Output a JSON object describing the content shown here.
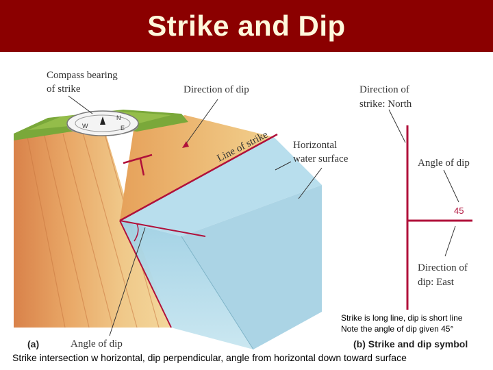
{
  "title": "Strike and Dip",
  "colors": {
    "title_bar": "#8b0000",
    "title_text": "#fff8dc",
    "strike_line": "#b0103a",
    "water": "#a8d4e6",
    "rock": "#e8b06a",
    "grass": "#7aa83a"
  },
  "labels": {
    "compass_bearing": [
      "Compass bearing",
      "of strike"
    ],
    "direction_of_dip_a": "Direction of dip",
    "line_of_strike": "Line of strike",
    "horizontal_water": [
      "Horizontal",
      "water surface"
    ],
    "angle_of_dip_a": "Angle of dip",
    "panel_a": "(a)",
    "direction_of_strike": [
      "Direction of",
      "strike: North"
    ],
    "angle_of_dip_b": "Angle of dip",
    "dip_value": "45",
    "direction_of_dip_b": [
      "Direction of",
      "dip: East"
    ],
    "panel_b": "(b)  Strike and dip symbol"
  },
  "notes": [
    "Strike is long line, dip is short line",
    "Note the angle of dip given 45°"
  ],
  "caption": "Strike intersection w horizontal, dip perpendicular, angle from horizontal down toward surface",
  "icons": [
    "compass-icon"
  ]
}
